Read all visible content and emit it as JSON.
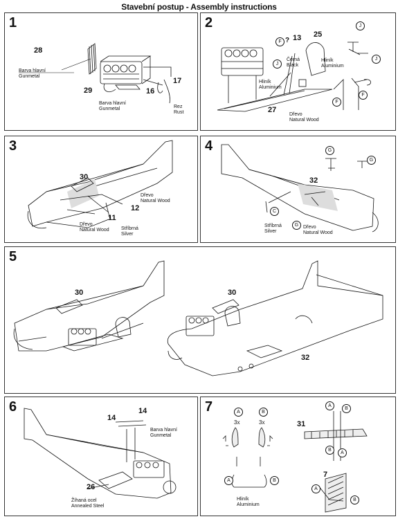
{
  "header": {
    "title": "Stavební postup - Assembly instructions"
  },
  "panels": [
    {
      "step": "1",
      "numbers": [
        "28",
        "29",
        "16",
        "17"
      ],
      "labels": [
        "Barva hlavní\nGunmetal",
        "Barva hlavní\nGunmetal",
        "Rez\nRust"
      ]
    },
    {
      "step": "2",
      "numbers": [
        "13",
        "25",
        "27"
      ],
      "labels": [
        "Hliník\nAluminium",
        "Hliník\nAluminium",
        "Černá\nBlack",
        "Dřevo\nNatural Wood"
      ],
      "markers": [
        "F",
        "J",
        "J",
        "J",
        "F",
        "F"
      ],
      "question": "?"
    },
    {
      "step": "3",
      "numbers": [
        "30",
        "12",
        "11"
      ],
      "labels": [
        "Dřevo\nNatural Wood",
        "Dřevo\nNatural Wood",
        "Stříbrná\nSilver"
      ]
    },
    {
      "step": "4",
      "numbers": [
        "32"
      ],
      "labels": [
        "Stříbrná\nSilver",
        "Dřevo\nNatural Wood"
      ],
      "markers": [
        "G",
        "G",
        "C",
        "G"
      ]
    },
    {
      "step": "5",
      "numbers": [
        "30",
        "30",
        "32"
      ]
    },
    {
      "step": "6",
      "numbers": [
        "14",
        "14",
        "26"
      ],
      "labels": [
        "Barva hlavní\nGunmetal",
        "Žíhaná ocel\nAnnealed Steel"
      ]
    },
    {
      "step": "7",
      "numbers": [
        "31",
        "7"
      ],
      "labels": [
        "Hliník\nAluminium"
      ],
      "markers": [
        "A",
        "B",
        "A",
        "B",
        "A",
        "B",
        "A",
        "B",
        "A",
        "B"
      ],
      "multipliers": [
        "3x",
        "3x"
      ]
    }
  ]
}
